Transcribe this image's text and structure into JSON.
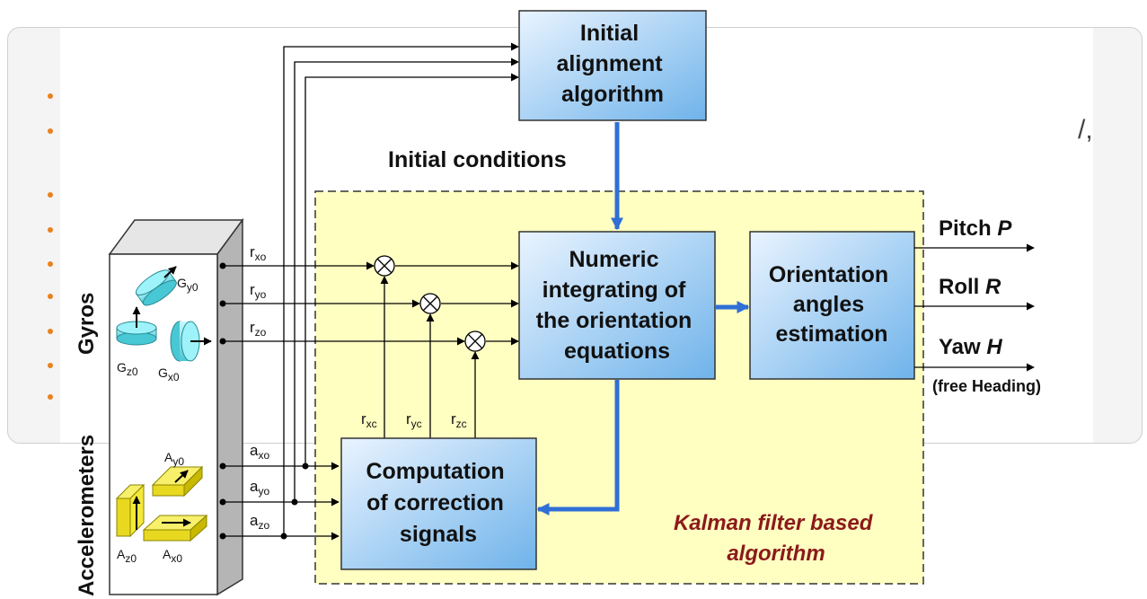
{
  "background_fragment": {
    "glyph": "/,"
  },
  "boxes": {
    "initial_alignment": [
      "Initial",
      "alignment",
      "algorithm"
    ],
    "numeric_integrating": [
      "Numeric",
      "integrating of",
      "the orientation",
      "equations"
    ],
    "orientation_estimation": [
      "Orientation",
      "angles",
      "estimation"
    ],
    "computation": [
      "Computation",
      "of correction",
      "signals"
    ]
  },
  "labels": {
    "initial_conditions": "Initial conditions",
    "kalman_line1": "Kalman filter based",
    "kalman_line2": "algorithm",
    "gyros": "Gyros",
    "accelerometers": "Accelerometers"
  },
  "outputs": {
    "pitch": {
      "word": "Pitch",
      "symbol": "P"
    },
    "roll": {
      "word": "Roll",
      "symbol": "R"
    },
    "yaw": {
      "word": "Yaw",
      "symbol": "H"
    },
    "yaw_note": "(free Heading)"
  },
  "gyro_signals": [
    {
      "base": "r",
      "sub": "xo"
    },
    {
      "base": "r",
      "sub": "yo"
    },
    {
      "base": "r",
      "sub": "zo"
    }
  ],
  "accel_signals": [
    {
      "base": "a",
      "sub": "xo"
    },
    {
      "base": "a",
      "sub": "yo"
    },
    {
      "base": "a",
      "sub": "zo"
    }
  ],
  "correction_signals": [
    {
      "base": "r",
      "sub": "xc"
    },
    {
      "base": "r",
      "sub": "yc"
    },
    {
      "base": "r",
      "sub": "zc"
    }
  ],
  "gyro_sensors": [
    {
      "base": "G",
      "sub": "y0"
    },
    {
      "base": "G",
      "sub": "z0"
    },
    {
      "base": "G",
      "sub": "x0"
    }
  ],
  "accel_sensors": [
    {
      "base": "A",
      "sub": "y0"
    },
    {
      "base": "A",
      "sub": "z0"
    },
    {
      "base": "A",
      "sub": "x0"
    }
  ],
  "colors": {
    "kalman_fill": "#ffffc2",
    "kalman_text": "#8b1a1a",
    "box_top": "#eaf4ff",
    "box_bottom": "#6fb3ea",
    "thick_arrow": "#2f6fd6",
    "sensor_cyan": "#6fe0e8",
    "sensor_yellow": "#f4e83a",
    "bullet": "#e8821e"
  }
}
